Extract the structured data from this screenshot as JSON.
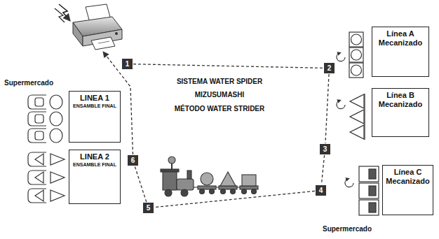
{
  "diagram": {
    "nodes": [
      {
        "text": [
          "1"
        ]
      },
      {
        "text": [
          "2"
        ]
      },
      {
        "text": [
          "3"
        ]
      },
      {
        "text": [
          "4"
        ]
      },
      {
        "text": [
          "5"
        ]
      },
      {
        "text": [
          "6"
        ]
      },
      {
        "text": [
          "Línea A",
          "Mecanizado"
        ]
      },
      {
        "text": [
          "Línea B",
          "Mecanizado"
        ]
      },
      {
        "text": [
          "Línea C",
          "Mecanizado"
        ]
      },
      {
        "text": [
          "LINEA 1",
          "ENSAMBLE FINAL"
        ]
      },
      {
        "text": [
          "LINEA 2",
          "ENSAMBLE FINAL"
        ]
      }
    ],
    "edges": [
      {
        "from": 0,
        "to": 1,
        "arrow": "none"
      },
      {
        "from": 1,
        "to": 2,
        "arrow": "none"
      },
      {
        "from": 2,
        "to": 3,
        "arrow": "none"
      },
      {
        "from": 3,
        "to": 4,
        "arrow": "none"
      },
      {
        "from": 4,
        "to": 5,
        "arrow": "none"
      }
    ],
    "labels": [
      "SISTEMA WATER SPIDER",
      "MIZUSUMASHI",
      "MÉTODO WATER STRIDER",
      "Supermercado",
      "Supermercado"
    ]
  }
}
